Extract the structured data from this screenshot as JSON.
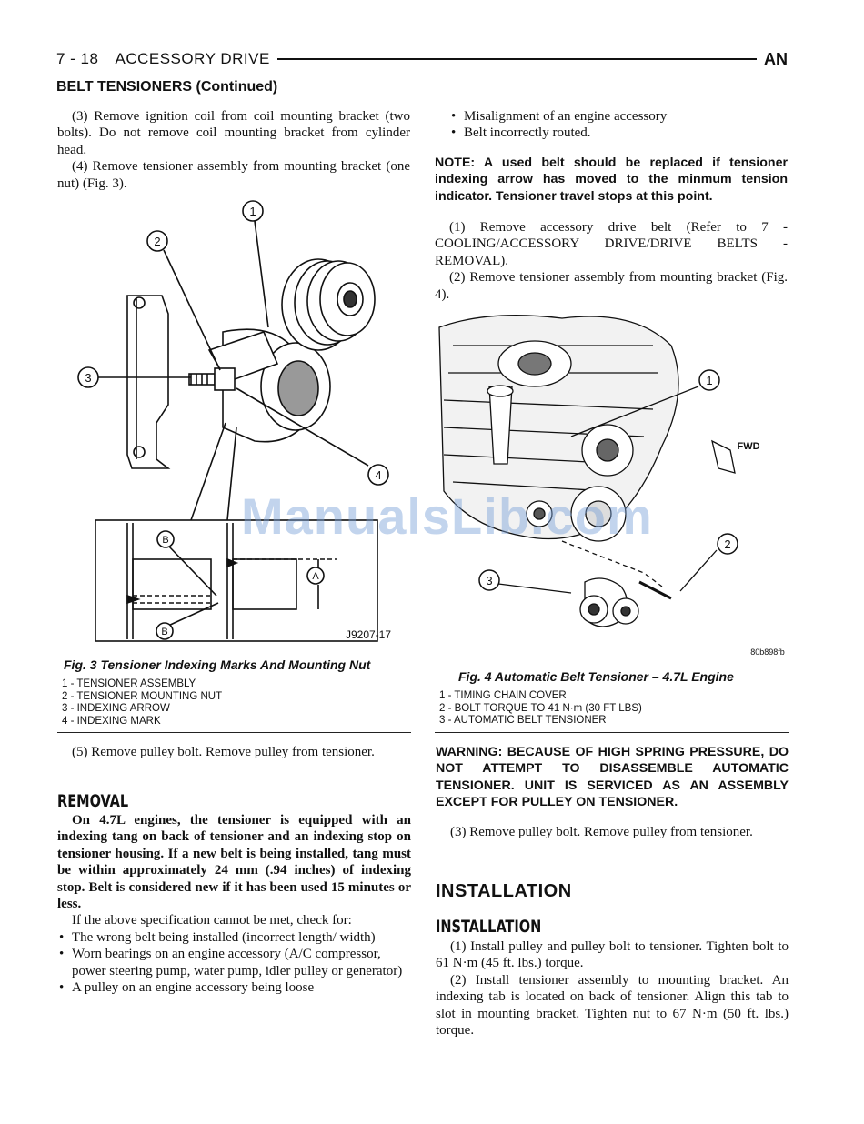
{
  "header": {
    "page": "7 - 18",
    "section": "ACCESSORY DRIVE",
    "model": "AN"
  },
  "section_title": "BELT TENSIONERS (Continued)",
  "left_top": {
    "p1": "(3) Remove ignition coil from coil mounting bracket (two bolts). Do not remove coil mounting bracket from cylinder head.",
    "p2": "(4) Remove tensioner assembly from mounting bracket (one nut) (Fig. 3)."
  },
  "fig3": {
    "callouts": [
      "1",
      "2",
      "3",
      "4",
      "A",
      "B",
      "B"
    ],
    "code": "J9207-17",
    "caption": "Fig. 3 Tensioner Indexing Marks And Mounting Nut",
    "legend": [
      "1 - TENSIONER ASSEMBLY",
      "2 - TENSIONER MOUNTING NUT",
      "3 - INDEXING ARROW",
      "4 - INDEXING MARK"
    ]
  },
  "left_bottom": {
    "p5": "(5) Remove pulley bolt. Remove pulley from tensioner.",
    "removal_heading": "REMOVAL",
    "bold_para": "On 4.7L engines, the tensioner is equipped with an indexing tang on back of tensioner and an indexing stop on tensioner housing. If a new belt is being installed, tang must be within approximately 24 mm (.94 inches) of indexing stop. Belt is considered new if it has been used 15 minutes or less.",
    "intro": "If the above specification cannot be met, check for:",
    "bullets": [
      "The wrong belt being installed (incorrect length/ width)",
      "Worn bearings on an engine accessory (A/C compressor, power steering pump, water pump, idler pulley or generator)",
      "A pulley on an engine accessory being loose"
    ]
  },
  "right_top": {
    "bullets": [
      "Misalignment of an engine accessory",
      "Belt incorrectly routed."
    ],
    "note": "NOTE: A used belt should be replaced if tensioner indexing arrow has moved to the minmum tension indicator. Tensioner travel stops at this point.",
    "p1": "(1) Remove accessory drive belt (Refer to 7 - COOLING/ACCESSORY DRIVE/DRIVE BELTS - REMOVAL).",
    "p2": "(2) Remove tensioner assembly from mounting bracket (Fig. 4)."
  },
  "fig4": {
    "callouts": [
      "1",
      "2",
      "3"
    ],
    "fwd": "FWD",
    "code": "80b898fb",
    "caption": "Fig. 4 Automatic Belt Tensioner – 4.7L Engine",
    "legend": [
      "1 - TIMING CHAIN COVER",
      "2 - BOLT TORQUE TO 41 N·m (30 FT LBS)",
      "3 - AUTOMATIC BELT TENSIONER"
    ]
  },
  "right_bottom": {
    "warning": "WARNING: BECAUSE OF HIGH SPRING PRESSURE, DO NOT ATTEMPT TO DISASSEMBLE AUTOMATIC TENSIONER. UNIT IS SERVICED AS AN ASSEMBLY EXCEPT FOR PULLEY ON TENSIONER.",
    "p3": "(3) Remove pulley bolt. Remove pulley from tensioner.",
    "installation_big": "INSTALLATION",
    "installation_sub": "INSTALLATION",
    "i1": "(1) Install pulley and pulley bolt to tensioner. Tighten bolt to 61 N·m (45 ft. lbs.) torque.",
    "i2": "(2) Install tensioner assembly to mounting bracket. An indexing tab is located on back of tensioner. Align this tab to slot in mounting bracket. Tighten nut to 67 N·m (50 ft. lbs.) torque."
  },
  "watermark": "ManualsLib.com"
}
